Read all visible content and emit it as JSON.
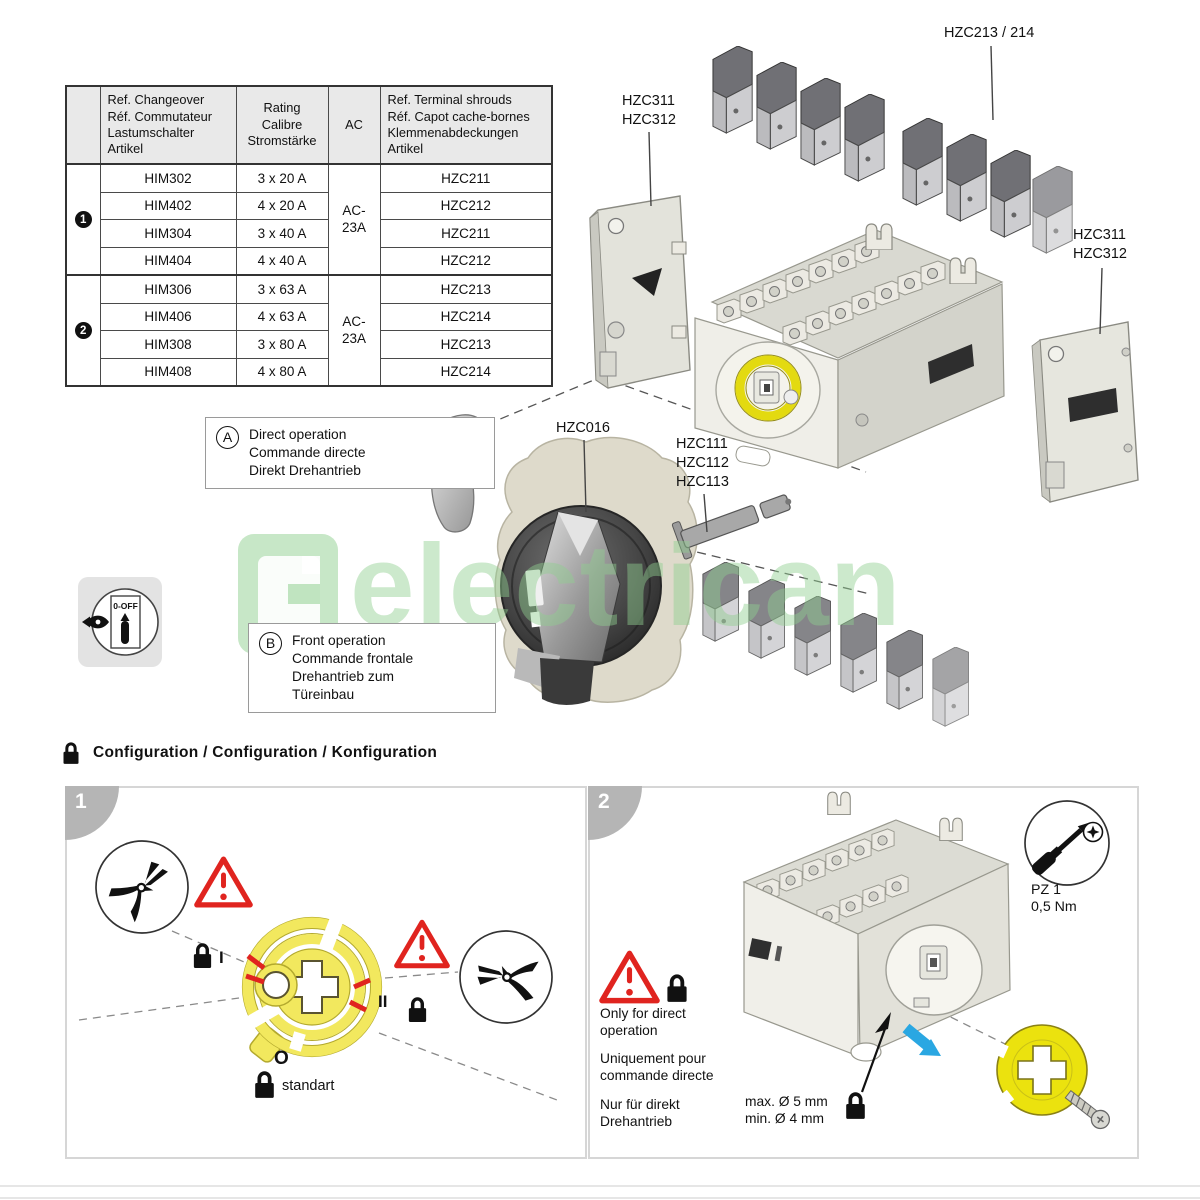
{
  "product_table": {
    "headers": {
      "ref": "Ref. Changeover\nRéf. Commutateur\nLastumschalter\nArtikel",
      "rating": "Rating\nCalibre\nStromstärke",
      "ac": "AC",
      "shrouds": "Ref. Terminal shrouds\nRéf. Capot cache-bornes\nKlemmenabdeckungen\nArtikel"
    },
    "groups": [
      {
        "marker": "1",
        "ac": "AC-\n23A"
      },
      {
        "marker": "2",
        "ac": "AC-\n23A"
      }
    ],
    "rows": [
      {
        "ref": "HIM302",
        "rating": "3 x 20 A",
        "shroud": "HZC211"
      },
      {
        "ref": "HIM402",
        "rating": "4 x 20 A",
        "shroud": "HZC212"
      },
      {
        "ref": "HIM304",
        "rating": "3 x 40 A",
        "shroud": "HZC211"
      },
      {
        "ref": "HIM404",
        "rating": "4 x 40 A",
        "shroud": "HZC212"
      },
      {
        "ref": "HIM306",
        "rating": "3 x 63 A",
        "shroud": "HZC213"
      },
      {
        "ref": "HIM406",
        "rating": "4 x 63 A",
        "shroud": "HZC214"
      },
      {
        "ref": "HIM308",
        "rating": "3 x 80 A",
        "shroud": "HZC213"
      },
      {
        "ref": "HIM408",
        "rating": "4 x 80 A",
        "shroud": "HZC214"
      }
    ]
  },
  "part_labels": {
    "top_shrouds": "HZC213 / 214",
    "aux_left": "HZC311\nHZC312",
    "aux_right": "HZC311\nHZC312",
    "knob": "HZC016",
    "shaft": "HZC111\nHZC112\nHZC113"
  },
  "callout_a": {
    "letter": "A",
    "text": "Direct operation\nCommande directe\nDirekt Drehantrieb"
  },
  "callout_b": {
    "letter": "B",
    "text": "Front operation\nCommande frontale\nDrehantrieb zum\nTüreinbau"
  },
  "off_badge": {
    "label": "0-OFF"
  },
  "watermark": {
    "text": "electrican"
  },
  "config": {
    "heading": "Configuration / Configuration / Konfiguration",
    "panel1": {
      "number": "1",
      "pos_i": "I",
      "pos_ii": "II",
      "pos_o": "O",
      "standard": "standart"
    },
    "panel2": {
      "number": "2",
      "note_en": "Only for direct\noperation",
      "note_fr": "Uniquement pour\ncommande directe",
      "note_de": "Nur für direkt\nDrehantrieb",
      "dims": "max. Ø 5 mm\nmin. Ø 4 mm",
      "tool": "PZ 1\n0,5 Nm"
    }
  },
  "colors": {
    "cam_yellow": "#f2e85e",
    "ring_yellow": "#ebe20e",
    "warning_red": "#e0241f",
    "arrow_blue": "#2aa7e2",
    "watermark_green": "#90cf90",
    "table_header_bg": "#e9e9e9"
  }
}
